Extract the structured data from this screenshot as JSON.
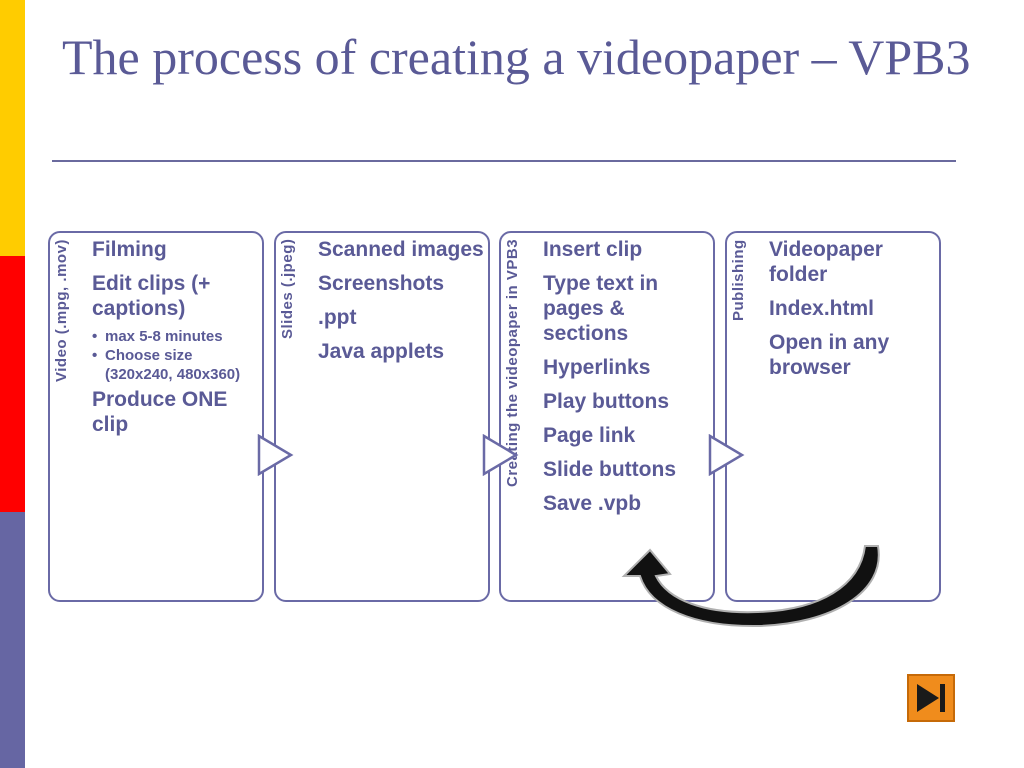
{
  "title": "The process of creating a videopaper – VPB3",
  "colors": {
    "accent": "#5a5a96",
    "yellow": "#ffcc00",
    "red": "#ff0000",
    "blue": "#6666a3",
    "button": "#f08c1c"
  },
  "boxes": [
    {
      "label": "Video (.mpg, .mov)",
      "items": [
        {
          "text": "Filming"
        },
        {
          "text": "Edit clips (+ captions)"
        },
        {
          "sub": true,
          "text": "max 5-8 minutes"
        },
        {
          "sub": true,
          "text": "Choose size (320x240, 480x360)"
        },
        {
          "text": "Produce ONE clip"
        }
      ]
    },
    {
      "label": "Slides (.jpeg)",
      "items": [
        {
          "text": "Scanned images"
        },
        {
          "text": "Screenshots"
        },
        {
          "text": ".ppt"
        },
        {
          "text": "Java applets"
        }
      ]
    },
    {
      "label": "Creating the videopaper in VPB3",
      "items": [
        {
          "text": "Insert clip"
        },
        {
          "text": "Type text in pages & sections"
        },
        {
          "text": "Hyperlinks"
        },
        {
          "text": "Play buttons"
        },
        {
          "text": "Page link"
        },
        {
          "text": "Slide buttons"
        },
        {
          "text": "Save .vpb"
        }
      ]
    },
    {
      "label": "Publishing",
      "items": [
        {
          "text": "Videopaper folder"
        },
        {
          "text": "Index.html"
        },
        {
          "text": "Open in any browser"
        }
      ]
    }
  ],
  "icons": {
    "next": "play-next-icon",
    "flow": "triangle-arrow-icon",
    "loop": "curved-arrow-icon"
  }
}
